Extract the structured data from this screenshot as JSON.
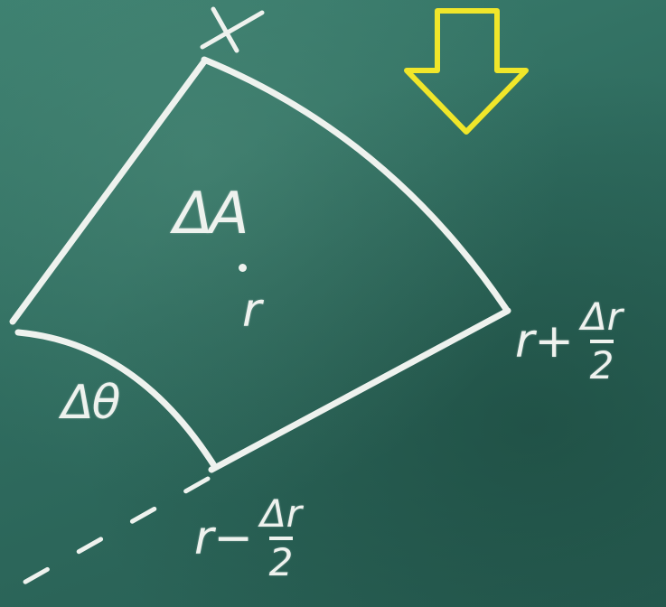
{
  "labels": {
    "area": "ΔA",
    "center_radius": "r",
    "angle": "Δθ",
    "outer_lead": "r+",
    "outer_num": "Δr",
    "outer_den": "2",
    "inner_lead": "r−",
    "inner_num": "Δr",
    "inner_den": "2"
  },
  "colors": {
    "board": "#2f6f61",
    "chalk": "#eef2ee",
    "arrow": "#f0e62a"
  },
  "icons": {
    "arrow": "down-arrow-icon"
  }
}
